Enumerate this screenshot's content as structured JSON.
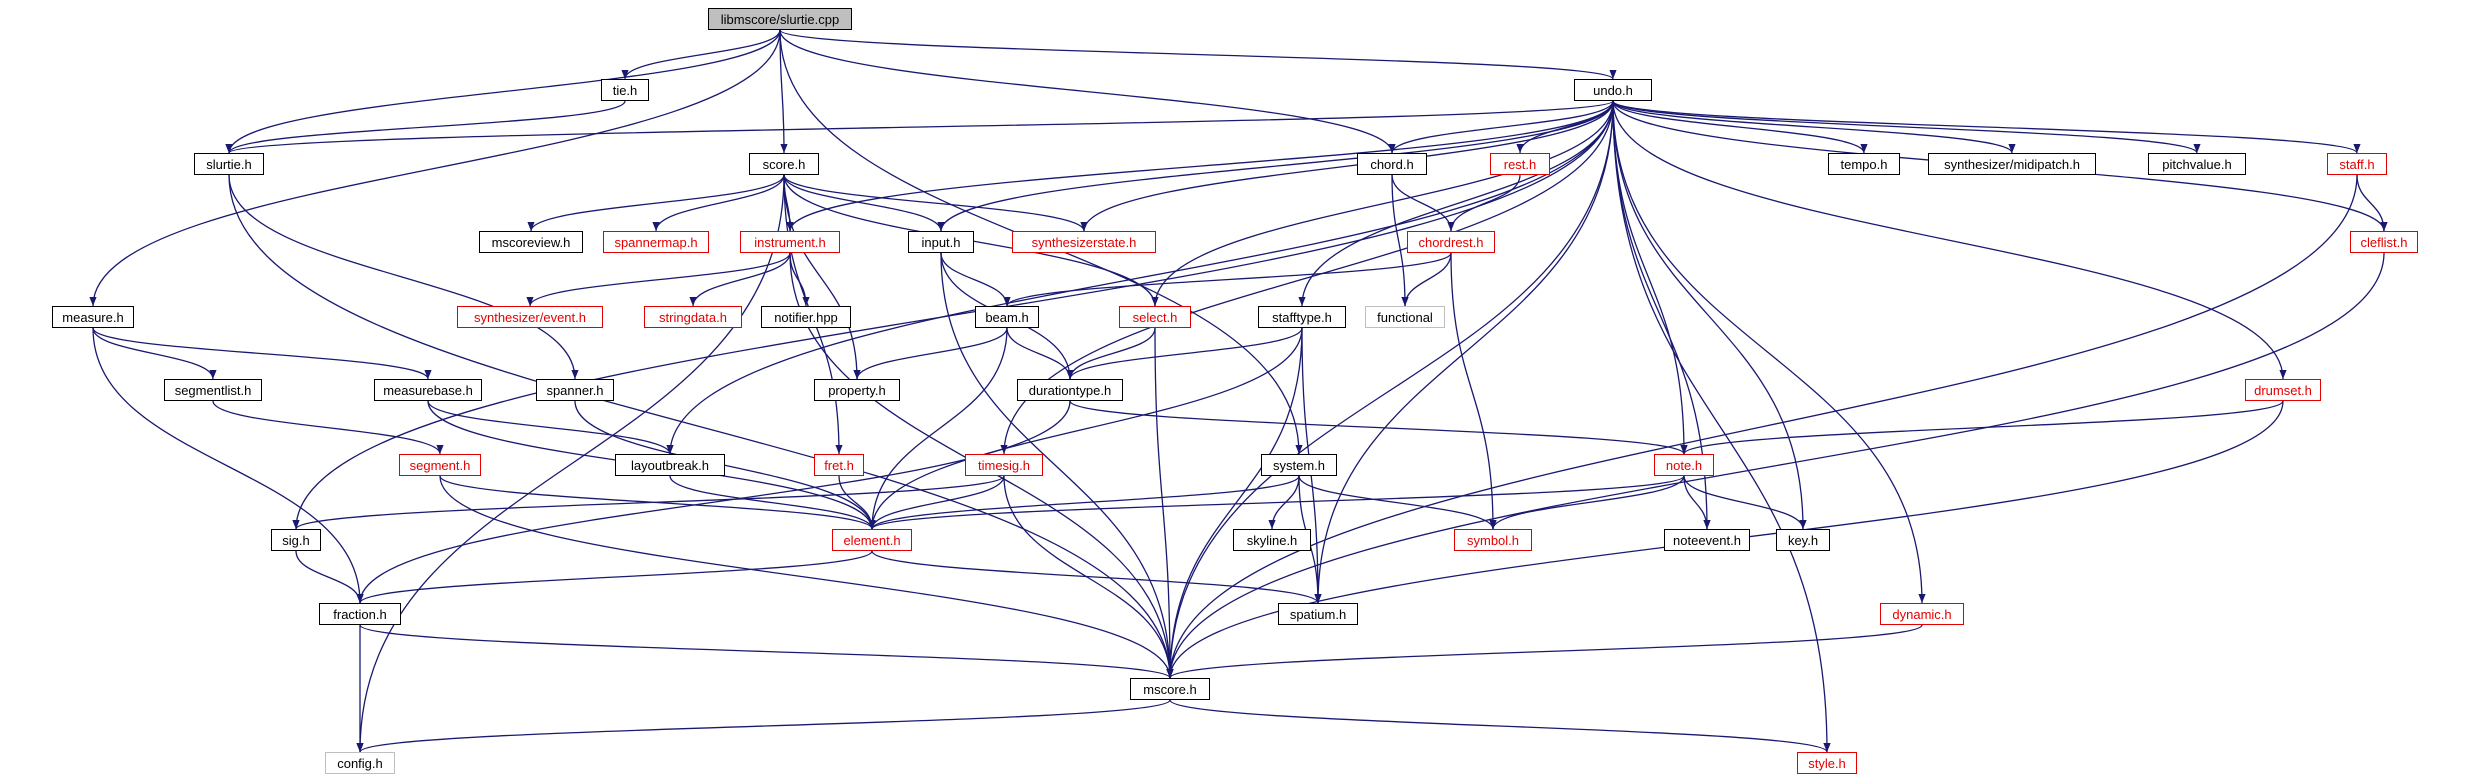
{
  "diagram": {
    "colors": {
      "edge": "#191970",
      "node_border": "#000000",
      "node_border_red": "#e50000",
      "node_border_gray": "#bfbfbf",
      "root_fill": "#bfbfbf"
    },
    "nodes": {
      "slurtie_cpp": {
        "label": "libmscore/slurtie.cpp",
        "style": "root"
      },
      "tie": {
        "label": "tie.h",
        "style": "normal"
      },
      "slurtie_h": {
        "label": "slurtie.h",
        "style": "normal"
      },
      "undo": {
        "label": "undo.h",
        "style": "normal"
      },
      "score": {
        "label": "score.h",
        "style": "normal"
      },
      "chord": {
        "label": "chord.h",
        "style": "normal"
      },
      "rest": {
        "label": "rest.h",
        "style": "red"
      },
      "tempo": {
        "label": "tempo.h",
        "style": "normal"
      },
      "midipatch": {
        "label": "synthesizer/midipatch.h",
        "style": "normal"
      },
      "pitchvalue": {
        "label": "pitchvalue.h",
        "style": "normal"
      },
      "staff": {
        "label": "staff.h",
        "style": "red"
      },
      "mscoreview": {
        "label": "mscoreview.h",
        "style": "normal"
      },
      "spannermap": {
        "label": "spannermap.h",
        "style": "red"
      },
      "instrument": {
        "label": "instrument.h",
        "style": "red"
      },
      "input": {
        "label": "input.h",
        "style": "normal"
      },
      "synthstate": {
        "label": "synthesizerstate.h",
        "style": "red"
      },
      "chordrest": {
        "label": "chordrest.h",
        "style": "red"
      },
      "cleflist": {
        "label": "cleflist.h",
        "style": "red"
      },
      "measure": {
        "label": "measure.h",
        "style": "normal"
      },
      "synthevent": {
        "label": "synthesizer/event.h",
        "style": "red"
      },
      "stringdata": {
        "label": "stringdata.h",
        "style": "red"
      },
      "notifier": {
        "label": "notifier.hpp",
        "style": "normal"
      },
      "beam": {
        "label": "beam.h",
        "style": "normal"
      },
      "select": {
        "label": "select.h",
        "style": "red"
      },
      "stafftype": {
        "label": "stafftype.h",
        "style": "normal"
      },
      "functional": {
        "label": "functional",
        "style": "gray"
      },
      "segmentlist": {
        "label": "segmentlist.h",
        "style": "normal"
      },
      "measurebase": {
        "label": "measurebase.h",
        "style": "normal"
      },
      "spanner": {
        "label": "spanner.h",
        "style": "normal"
      },
      "property": {
        "label": "property.h",
        "style": "normal"
      },
      "durationtype": {
        "label": "durationtype.h",
        "style": "normal"
      },
      "drumset": {
        "label": "drumset.h",
        "style": "red"
      },
      "segment": {
        "label": "segment.h",
        "style": "red"
      },
      "layoutbreak": {
        "label": "layoutbreak.h",
        "style": "normal"
      },
      "fret": {
        "label": "fret.h",
        "style": "red"
      },
      "timesig": {
        "label": "timesig.h",
        "style": "red"
      },
      "system": {
        "label": "system.h",
        "style": "normal"
      },
      "note": {
        "label": "note.h",
        "style": "red"
      },
      "sig": {
        "label": "sig.h",
        "style": "normal"
      },
      "element": {
        "label": "element.h",
        "style": "red"
      },
      "skyline": {
        "label": "skyline.h",
        "style": "normal"
      },
      "symbol": {
        "label": "symbol.h",
        "style": "red"
      },
      "noteevent": {
        "label": "noteevent.h",
        "style": "normal"
      },
      "key": {
        "label": "key.h",
        "style": "normal"
      },
      "fraction": {
        "label": "fraction.h",
        "style": "normal"
      },
      "spatium": {
        "label": "spatium.h",
        "style": "normal"
      },
      "dynamic": {
        "label": "dynamic.h",
        "style": "red"
      },
      "mscore": {
        "label": "mscore.h",
        "style": "normal"
      },
      "config": {
        "label": "config.h",
        "style": "gray"
      },
      "style": {
        "label": "style.h",
        "style": "red"
      }
    },
    "edges": [
      [
        "slurtie_cpp",
        "tie"
      ],
      [
        "slurtie_cpp",
        "slurtie_h"
      ],
      [
        "slurtie_cpp",
        "undo"
      ],
      [
        "slurtie_cpp",
        "score"
      ],
      [
        "slurtie_cpp",
        "chord"
      ],
      [
        "slurtie_cpp",
        "measure"
      ],
      [
        "slurtie_cpp",
        "system"
      ],
      [
        "tie",
        "slurtie_h"
      ],
      [
        "slurtie_h",
        "spanner"
      ],
      [
        "slurtie_h",
        "mscore"
      ],
      [
        "undo",
        "slurtie_h"
      ],
      [
        "undo",
        "chord"
      ],
      [
        "undo",
        "rest"
      ],
      [
        "undo",
        "tempo"
      ],
      [
        "undo",
        "midipatch"
      ],
      [
        "undo",
        "pitchvalue"
      ],
      [
        "undo",
        "staff"
      ],
      [
        "undo",
        "cleflist"
      ],
      [
        "undo",
        "instrument"
      ],
      [
        "undo",
        "input"
      ],
      [
        "undo",
        "synthstate"
      ],
      [
        "undo",
        "select"
      ],
      [
        "undo",
        "stafftype"
      ],
      [
        "undo",
        "drumset"
      ],
      [
        "undo",
        "timesig"
      ],
      [
        "undo",
        "note"
      ],
      [
        "undo",
        "sig"
      ],
      [
        "undo",
        "noteevent"
      ],
      [
        "undo",
        "key"
      ],
      [
        "undo",
        "spatium"
      ],
      [
        "undo",
        "dynamic"
      ],
      [
        "undo",
        "mscore"
      ],
      [
        "undo",
        "style"
      ],
      [
        "undo",
        "layoutbreak"
      ],
      [
        "score",
        "mscoreview"
      ],
      [
        "score",
        "spannermap"
      ],
      [
        "score",
        "instrument"
      ],
      [
        "score",
        "input"
      ],
      [
        "score",
        "synthstate"
      ],
      [
        "score",
        "select"
      ],
      [
        "score",
        "property"
      ],
      [
        "score",
        "fret"
      ],
      [
        "score",
        "config"
      ],
      [
        "chord",
        "chordrest"
      ],
      [
        "chord",
        "functional"
      ],
      [
        "rest",
        "chordrest"
      ],
      [
        "staff",
        "cleflist"
      ],
      [
        "staff",
        "mscore"
      ],
      [
        "cleflist",
        "mscore"
      ],
      [
        "chordrest",
        "beam"
      ],
      [
        "chordrest",
        "functional"
      ],
      [
        "chordrest",
        "symbol"
      ],
      [
        "instrument",
        "synthevent"
      ],
      [
        "instrument",
        "stringdata"
      ],
      [
        "instrument",
        "notifier"
      ],
      [
        "instrument",
        "mscore"
      ],
      [
        "input",
        "beam"
      ],
      [
        "input",
        "durationtype"
      ],
      [
        "input",
        "mscore"
      ],
      [
        "beam",
        "property"
      ],
      [
        "beam",
        "durationtype"
      ],
      [
        "beam",
        "element"
      ],
      [
        "select",
        "durationtype"
      ],
      [
        "select",
        "mscore"
      ],
      [
        "stafftype",
        "durationtype"
      ],
      [
        "stafftype",
        "element"
      ],
      [
        "stafftype",
        "spatium"
      ],
      [
        "stafftype",
        "mscore"
      ],
      [
        "measure",
        "segmentlist"
      ],
      [
        "measure",
        "measurebase"
      ],
      [
        "measure",
        "fraction"
      ],
      [
        "segmentlist",
        "segment"
      ],
      [
        "measurebase",
        "layoutbreak"
      ],
      [
        "measurebase",
        "element"
      ],
      [
        "spanner",
        "element"
      ],
      [
        "durationtype",
        "note"
      ],
      [
        "durationtype",
        "fraction"
      ],
      [
        "drumset",
        "note"
      ],
      [
        "drumset",
        "mscore"
      ],
      [
        "segment",
        "element"
      ],
      [
        "segment",
        "mscore"
      ],
      [
        "layoutbreak",
        "element"
      ],
      [
        "fret",
        "element"
      ],
      [
        "timesig",
        "sig"
      ],
      [
        "timesig",
        "element"
      ],
      [
        "timesig",
        "mscore"
      ],
      [
        "system",
        "element"
      ],
      [
        "system",
        "skyline"
      ],
      [
        "system",
        "spatium"
      ],
      [
        "system",
        "symbol"
      ],
      [
        "note",
        "element"
      ],
      [
        "note",
        "symbol"
      ],
      [
        "note",
        "noteevent"
      ],
      [
        "note",
        "key"
      ],
      [
        "sig",
        "fraction"
      ],
      [
        "element",
        "fraction"
      ],
      [
        "element",
        "spatium"
      ],
      [
        "fraction",
        "mscore"
      ],
      [
        "fraction",
        "config"
      ],
      [
        "dynamic",
        "mscore"
      ],
      [
        "mscore",
        "config"
      ],
      [
        "mscore",
        "style"
      ]
    ]
  }
}
